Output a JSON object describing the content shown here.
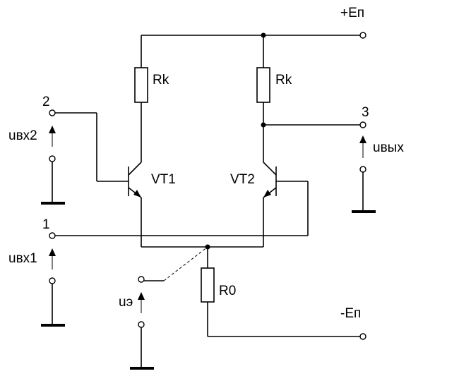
{
  "labels": {
    "supply_pos": "+Еп",
    "supply_neg": "-Еп",
    "rk_left": "Rk",
    "rk_right": "Rk",
    "r0": "R0",
    "vt1": "VT1",
    "vt2": "VT2",
    "term1": "1",
    "term2": "2",
    "term3": "3",
    "uin1": "uвх1",
    "uin2": "uвх2",
    "uout": "uвых",
    "ue": "uэ"
  }
}
